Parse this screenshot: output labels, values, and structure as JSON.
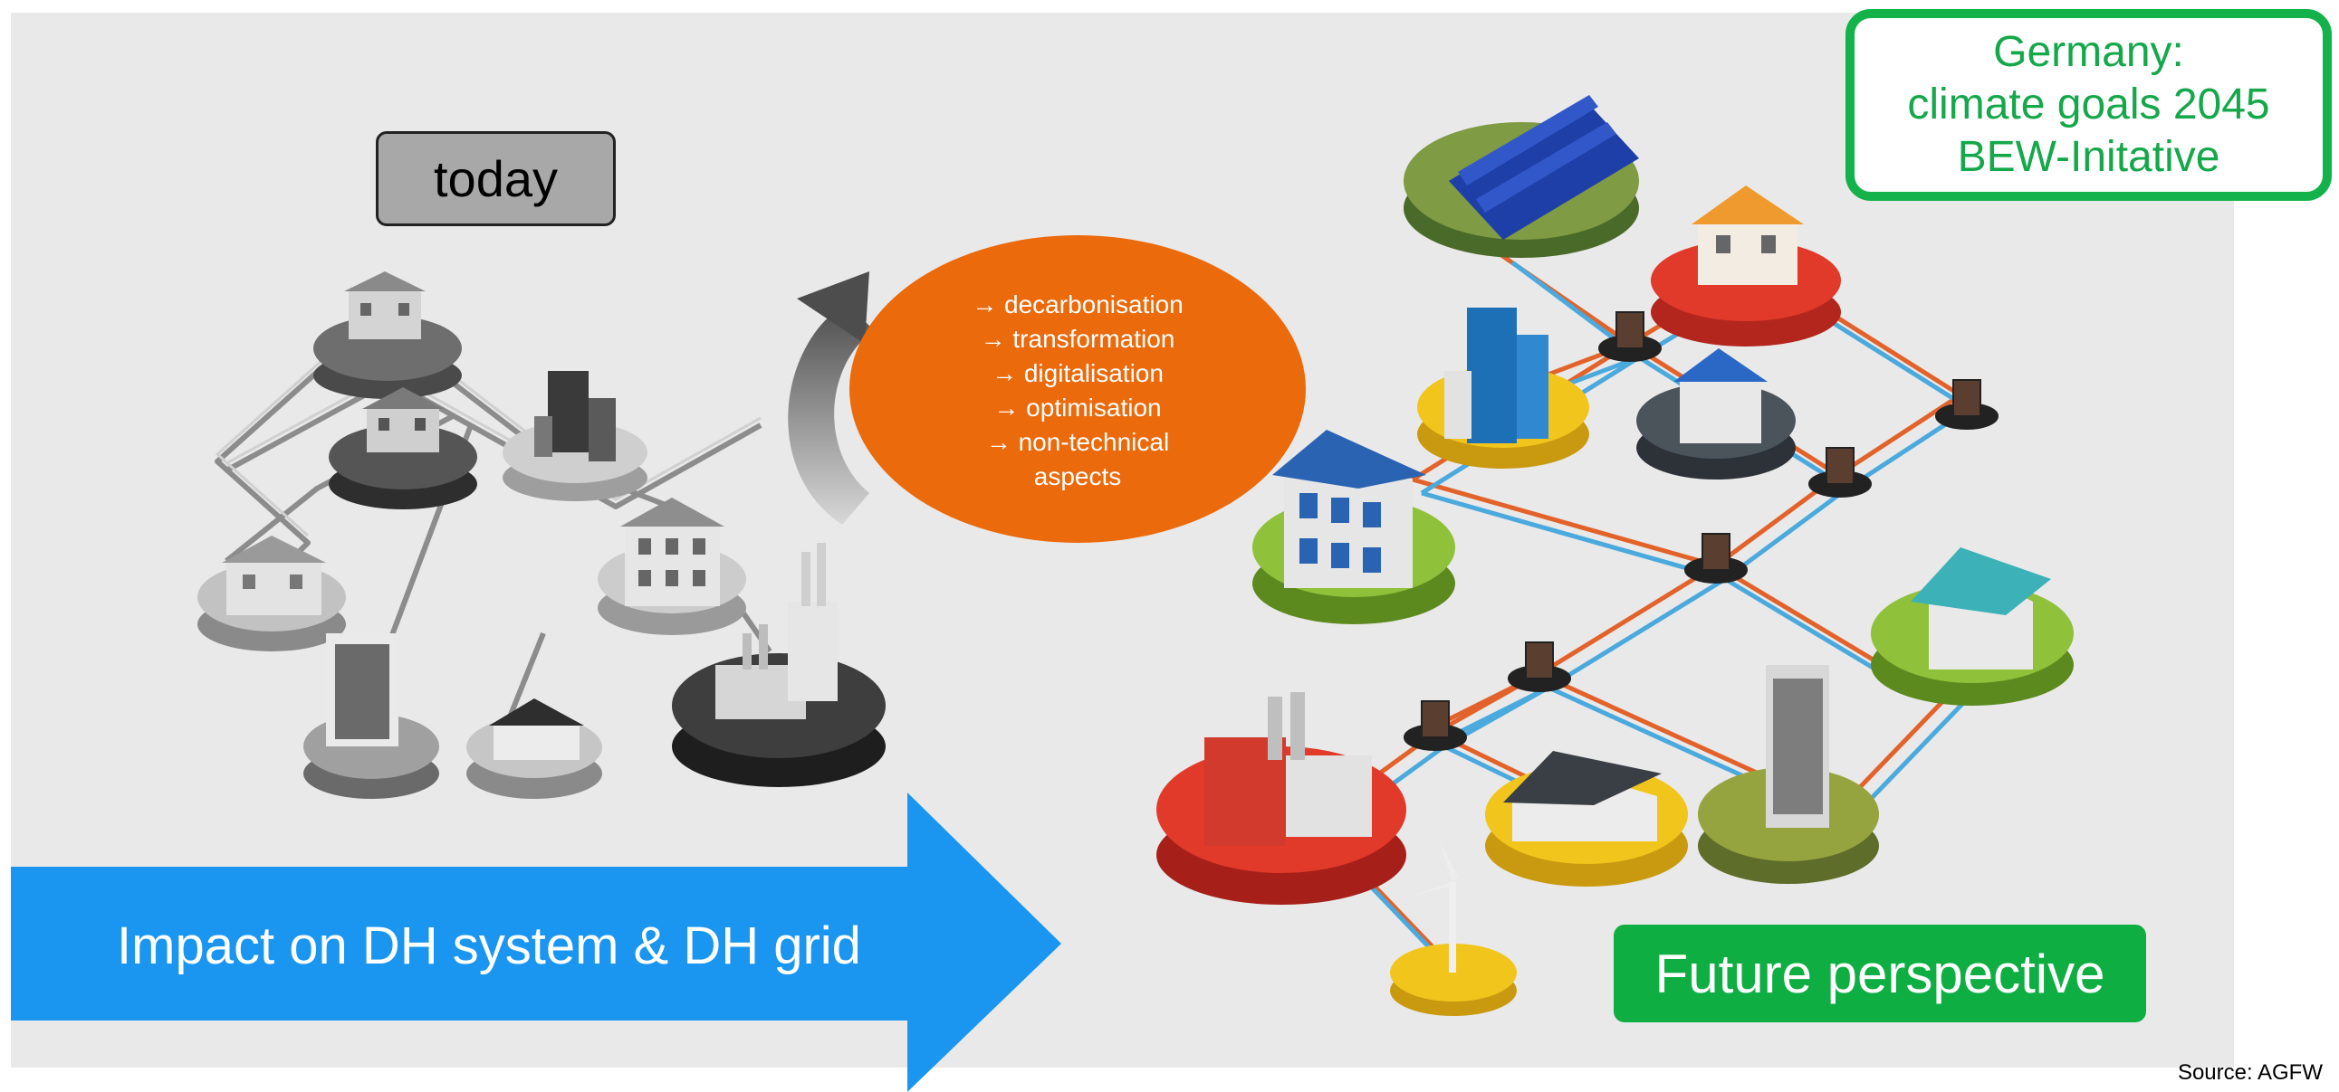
{
  "today_label": "today",
  "goals": {
    "line1": "Germany:",
    "line2": "climate goals 2045",
    "line3": "BEW-Initative"
  },
  "change_points": [
    "→ decarbonisation",
    "→ transformation",
    "→ digitalisation",
    "→ optimisation",
    "→ non-technical",
    "aspects"
  ],
  "impact_label": "Impact on DH system & DH grid",
  "future_label": "Future perspective",
  "source": "Source: AGFW",
  "colors": {
    "panel_bg": "#e9e9e9",
    "orange": "#ea6a0c",
    "arrow_blue": "#1a96f0",
    "green": "#14b24a",
    "grey_box": "#a8a8a8",
    "pipe_orange": "#e2622a",
    "pipe_blue": "#4aa9dd"
  }
}
